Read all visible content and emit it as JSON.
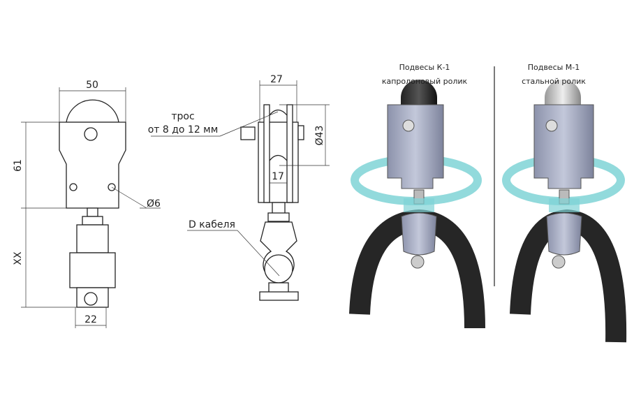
{
  "front_view": {
    "dim_width": "50",
    "dim_height": "61",
    "dim_hole": "Ø6",
    "dim_length": "XX",
    "dim_bottom": "22"
  },
  "side_view": {
    "dim_width": "27",
    "dim_wheel": "Ø43",
    "dim_groove": "17",
    "cable_rope_line1": "трос",
    "cable_rope_line2": "от 8 до 12 мм",
    "cable_diameter": "D кабеля"
  },
  "renders": [
    {
      "title": "Подвесы К-1",
      "subtitle": "капролоновый ролик"
    },
    {
      "title": "Подвесы М-1",
      "subtitle": "стальной ролик"
    }
  ],
  "colors": {
    "arrow": "#7fd3d6",
    "bracket": "#a7adc4",
    "cable": "#262626"
  }
}
